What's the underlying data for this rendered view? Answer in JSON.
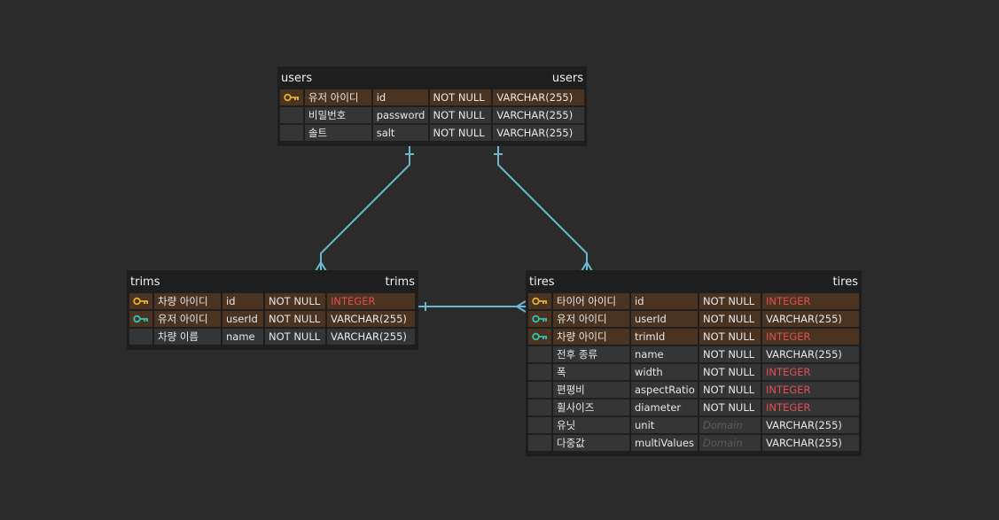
{
  "colors": {
    "background": "#2b2b2b",
    "entity": "#1e1e1e",
    "cell": "#353535",
    "key_row": "#4a3320",
    "primary_key": "#e2b12e",
    "foreign_key": "#2ec4b3",
    "integer_type": "#e04e52",
    "relation_line": "#6ab8d0"
  },
  "entities": {
    "users": {
      "name": "users",
      "label": "users",
      "rows": [
        {
          "key": "primary",
          "icon": "key-icon",
          "logical": "유저 아이디",
          "column": "id",
          "nullability": "NOT NULL",
          "type": "VARCHAR(255)"
        },
        {
          "key": "",
          "icon": "",
          "logical": "비밀번호",
          "column": "password",
          "nullability": "NOT NULL",
          "type": "VARCHAR(255)"
        },
        {
          "key": "",
          "icon": "",
          "logical": "솔트",
          "column": "salt",
          "nullability": "NOT NULL",
          "type": "VARCHAR(255)"
        }
      ]
    },
    "trims": {
      "name": "trims",
      "label": "trims",
      "rows": [
        {
          "key": "primary",
          "icon": "key-icon",
          "logical": "차량 아이디",
          "column": "id",
          "nullability": "NOT NULL",
          "type": "INTEGER"
        },
        {
          "key": "foreign",
          "icon": "key-icon",
          "logical": "유저 아이디",
          "column": "userId",
          "nullability": "NOT NULL",
          "type": "VARCHAR(255)"
        },
        {
          "key": "",
          "icon": "",
          "logical": "차량 이름",
          "column": "name",
          "nullability": "NOT NULL",
          "type": "VARCHAR(255)"
        }
      ]
    },
    "tires": {
      "name": "tires",
      "label": "tires",
      "rows": [
        {
          "key": "primary",
          "icon": "key-icon",
          "logical": "타이어 아이디",
          "column": "id",
          "nullability": "NOT NULL",
          "type": "INTEGER"
        },
        {
          "key": "foreign",
          "icon": "key-icon",
          "logical": "유저 아이디",
          "column": "userId",
          "nullability": "NOT NULL",
          "type": "VARCHAR(255)"
        },
        {
          "key": "foreign",
          "icon": "key-icon",
          "logical": "차량 아이디",
          "column": "trimId",
          "nullability": "NOT NULL",
          "type": "INTEGER"
        },
        {
          "key": "",
          "icon": "",
          "logical": "전후 종류",
          "column": "name",
          "nullability": "NOT NULL",
          "type": "VARCHAR(255)"
        },
        {
          "key": "",
          "icon": "",
          "logical": "폭",
          "column": "width",
          "nullability": "NOT NULL",
          "type": "INTEGER"
        },
        {
          "key": "",
          "icon": "",
          "logical": "편평비",
          "column": "aspectRatio",
          "nullability": "NOT NULL",
          "type": "INTEGER"
        },
        {
          "key": "",
          "icon": "",
          "logical": "휠사이즈",
          "column": "diameter",
          "nullability": "NOT NULL",
          "type": "INTEGER"
        },
        {
          "key": "",
          "icon": "",
          "logical": "유닛",
          "column": "unit",
          "nullability": "Domain",
          "type": "VARCHAR(255)"
        },
        {
          "key": "",
          "icon": "",
          "logical": "다중값",
          "column": "multiValues",
          "nullability": "Domain",
          "type": "VARCHAR(255)"
        }
      ]
    }
  },
  "relationships": [
    {
      "from": "users",
      "to": "trims",
      "from_cardinality": "one",
      "to_cardinality": "many"
    },
    {
      "from": "users",
      "to": "tires",
      "from_cardinality": "one",
      "to_cardinality": "many"
    },
    {
      "from": "trims",
      "to": "tires",
      "from_cardinality": "one",
      "to_cardinality": "many"
    }
  ]
}
